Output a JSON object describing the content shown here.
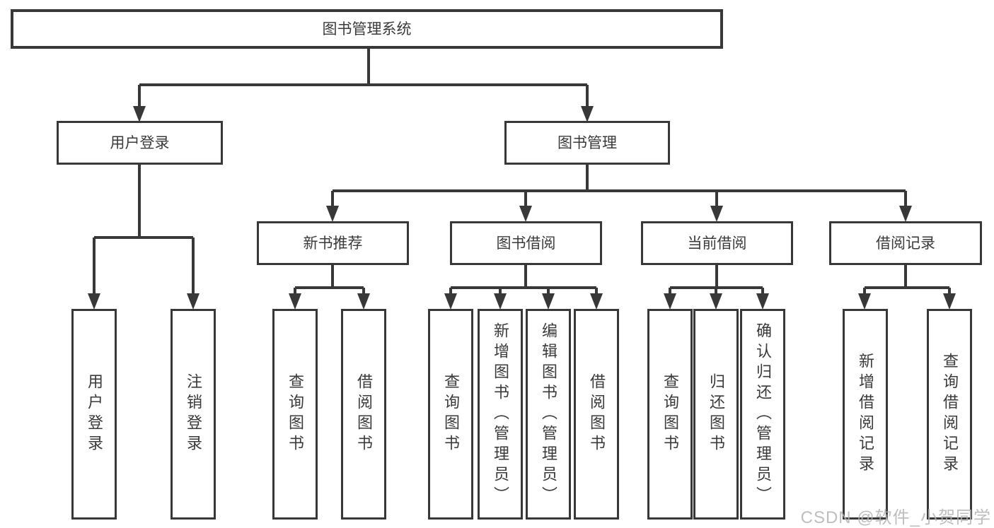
{
  "diagram": {
    "type": "tree",
    "title": "图书管理系统"
  },
  "tree": {
    "label": "图书管理系统",
    "children": [
      {
        "label": "用户登录",
        "children": [
          {
            "label": "用户登录"
          },
          {
            "label": "注销登录"
          }
        ]
      },
      {
        "label": "图书管理",
        "children": [
          {
            "label": "新书推荐",
            "children": [
              {
                "label": "查询图书"
              },
              {
                "label": "借阅图书"
              }
            ]
          },
          {
            "label": "图书借阅",
            "children": [
              {
                "label": "查询图书"
              },
              {
                "label": "新增图书（管理员）"
              },
              {
                "label": "编辑图书（管理员）"
              },
              {
                "label": "借阅图书"
              }
            ]
          },
          {
            "label": "当前借阅",
            "children": [
              {
                "label": "查询图书"
              },
              {
                "label": "归还图书"
              },
              {
                "label": "确认归还（管理员）"
              }
            ]
          },
          {
            "label": "借阅记录",
            "children": [
              {
                "label": "新增借阅记录"
              },
              {
                "label": "查询借阅记录"
              }
            ]
          }
        ]
      }
    ]
  },
  "watermark": {
    "text": "CSDN @软件_小贺同学"
  },
  "colors": {
    "line": "#383838",
    "box_border": "#383838",
    "box_fill": "#ffffff",
    "text": "#3a3a3a",
    "watermark": "#b3b3b3",
    "background": "#ffffff"
  }
}
